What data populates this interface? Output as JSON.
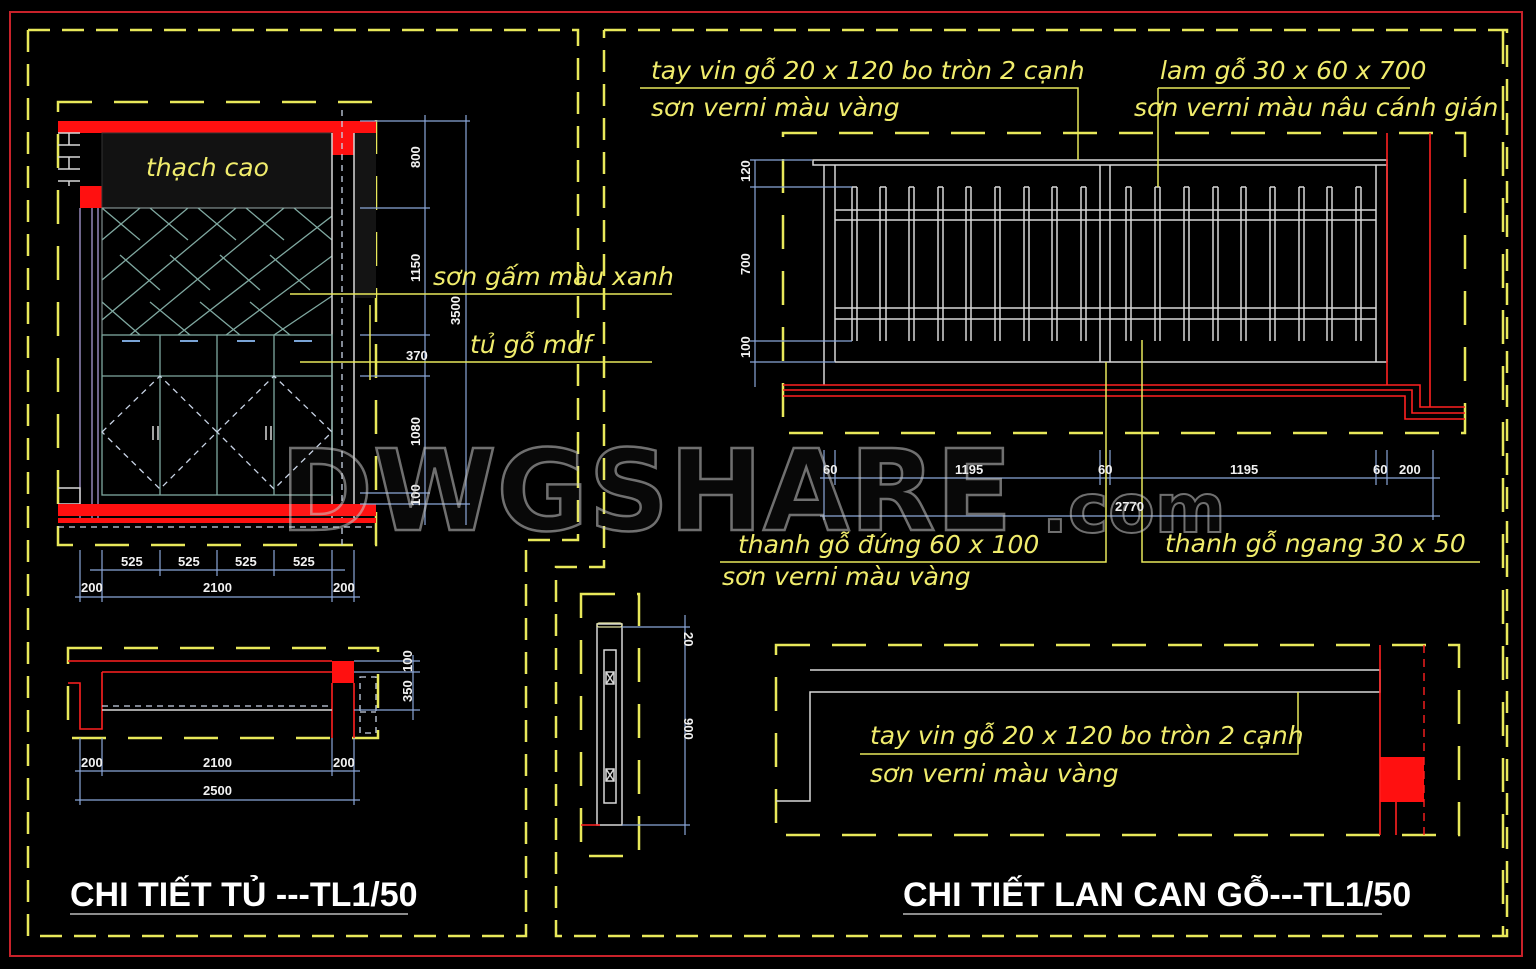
{
  "drawing": {
    "background": "#000000",
    "colors": {
      "frame": "#c8222a",
      "annotation": "#f0ec6c",
      "dimension": "#8aa6d8",
      "wall_fill": "#ff1010",
      "outline": "#d8d8d8"
    },
    "watermark": {
      "main": "DWGSHARE",
      "suffix": ".com"
    }
  },
  "cabinet_panel": {
    "title": "CHI TIẾT TỦ ---TL1/50",
    "elevation": {
      "labels": {
        "ceiling": "thạch cao",
        "fabric": "sơn gấm màu xanh",
        "cabinet": "tủ gỗ mdf"
      },
      "vertical_dims": [
        "800",
        "1150",
        "370",
        "1080",
        "100"
      ],
      "overall_height": "3500",
      "horizontal_dims": [
        "525",
        "525",
        "525",
        "525"
      ],
      "bottom_dims": [
        "200",
        "2100",
        "200"
      ]
    },
    "plan": {
      "vertical_dims": [
        "100",
        "350"
      ],
      "dims_row1": [
        "200",
        "2100",
        "200"
      ],
      "dims_row2": [
        "2500"
      ]
    }
  },
  "railing_panel": {
    "title": "CHI TIẾT LAN CAN GỖ---TL1/50",
    "elevation": {
      "handrail_label": "tay vin gỗ 20 x 120 bo tròn 2 cạnh",
      "handrail_finish": "sơn verni màu vàng",
      "slat_label": "lam gỗ 30 x 60 x 700",
      "slat_finish": "sơn verni màu nâu cánh gián",
      "post_label": "thanh gỗ đứng 60 x 100",
      "post_finish": "sơn verni màu vàng",
      "rail_label": "thanh gỗ ngang 30 x 50",
      "vertical_dims": [
        "120",
        "700",
        "100"
      ],
      "horizontal_dims": [
        "60",
        "1195",
        "60",
        "1195",
        "60",
        "200"
      ],
      "overall_width": "2770"
    },
    "section": {
      "vertical_dims": [
        "20",
        "900"
      ]
    },
    "plan": {
      "handrail_label": "tay vin gỗ 20 x 120 bo tròn 2 cạnh",
      "handrail_finish": "sơn verni màu vàng"
    }
  }
}
